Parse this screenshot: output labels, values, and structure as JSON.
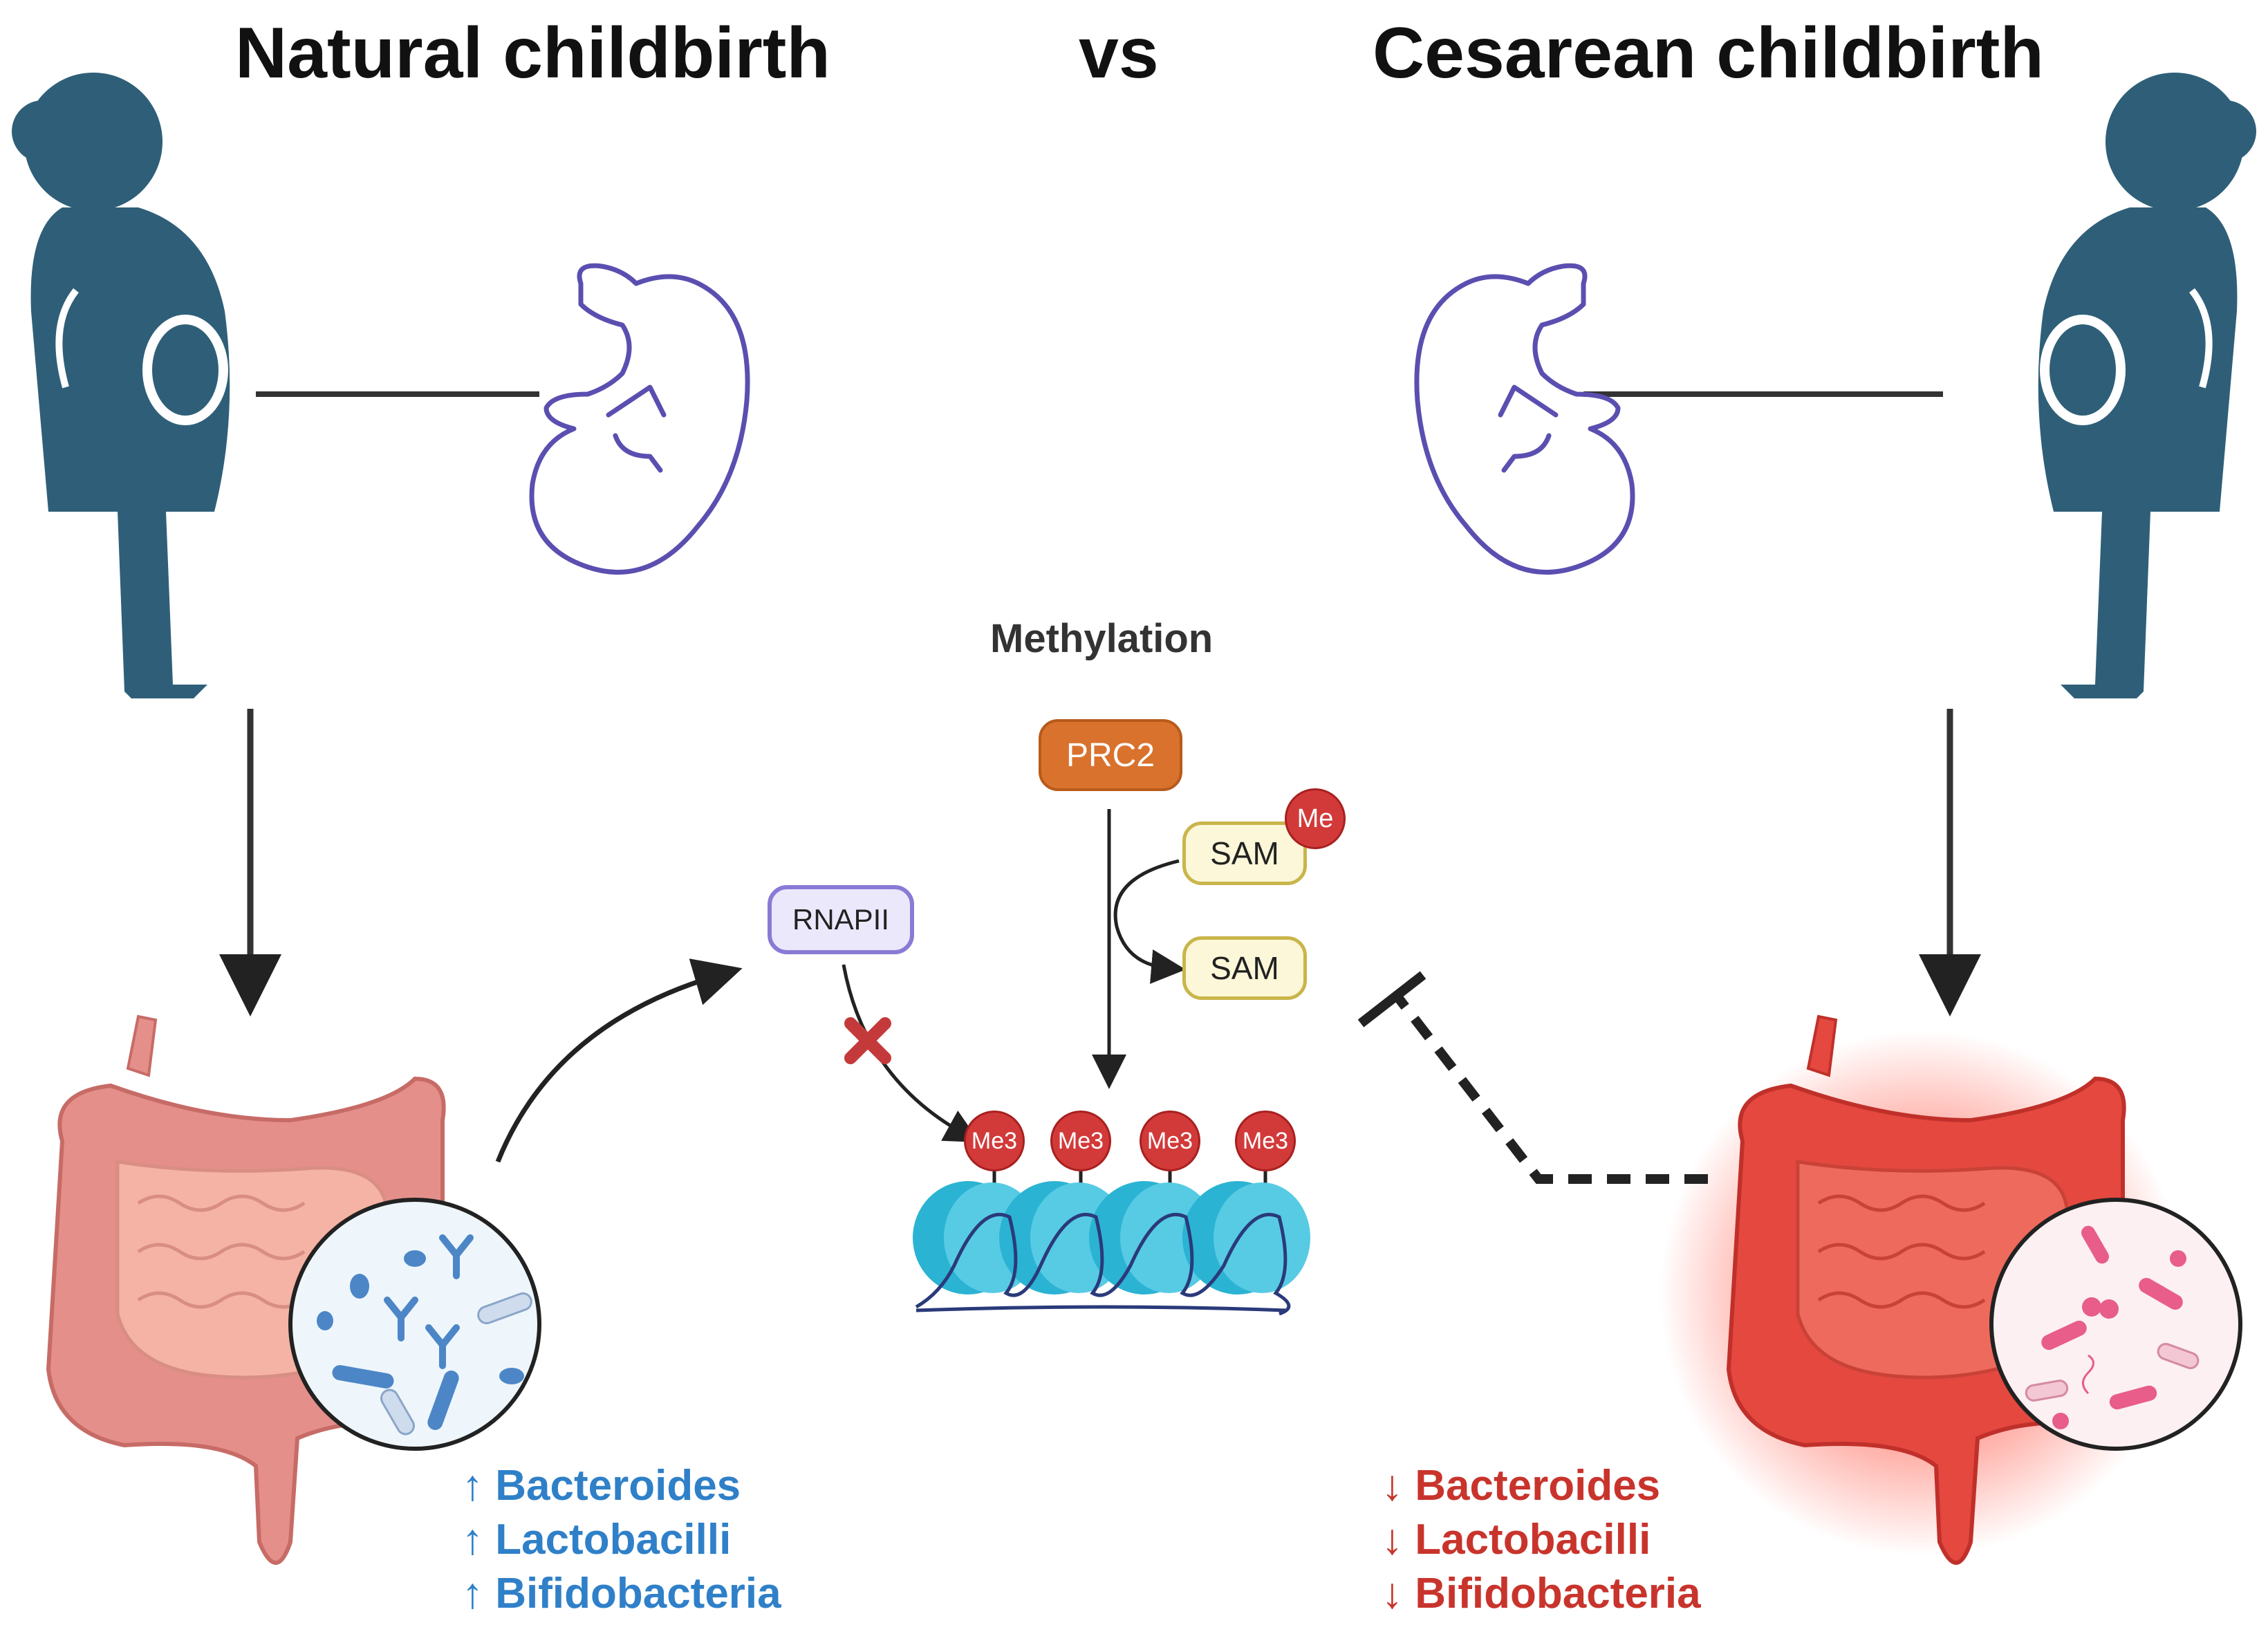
{
  "header": {
    "left": "Natural childbirth",
    "vs": "vs",
    "right": "Cesarean childbirth"
  },
  "mechanism": {
    "title": "Methylation",
    "prc2": "PRC2",
    "rnapii": "RNAPII",
    "sam_methylated": "SAM",
    "sam_plain": "SAM",
    "methyl_group": "Me",
    "histone_marks": [
      "Me3",
      "Me3",
      "Me3",
      "Me3"
    ]
  },
  "natural": {
    "microbes": [
      "↑ Bacteroides",
      "↑ Lactobacilli",
      "↑ Bifidobacteria"
    ]
  },
  "cesarean": {
    "microbes": [
      "↓ Bacteroides",
      "↓ Lactobacilli",
      "↓ Bifidobacteria"
    ]
  },
  "colors": {
    "mother": "#2f5f78",
    "fetus_outline": "#5a4fb0",
    "natural_accent": "#2f80c8",
    "cesarean_accent": "#c8342c",
    "prc2": "#d9722d",
    "nucleosome": "#26b6d6"
  }
}
